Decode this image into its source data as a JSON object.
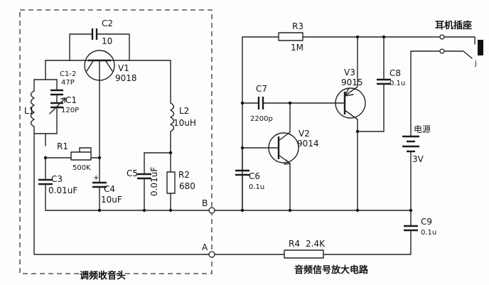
{
  "sections": {
    "fm_receiver": "调频收音头",
    "amplifier": "音频信号放大电路"
  },
  "earphone_jack": "耳机插座",
  "jack_pin": "j",
  "power": {
    "label": "电源",
    "value": "3V"
  },
  "terminals": {
    "a": "A",
    "b": "B"
  },
  "components": {
    "c2": {
      "name": "C2",
      "value": "10"
    },
    "v1": {
      "name": "V1",
      "value": "9018"
    },
    "c1_2": {
      "name": "C1-2",
      "value": "47P"
    },
    "c1": {
      "name": "C1",
      "value": "120P"
    },
    "l1": {
      "name": "L1"
    },
    "l2": {
      "name": "L2",
      "value": "10uH"
    },
    "r1": {
      "name": "R1",
      "value": "500K"
    },
    "c3": {
      "name": "C3",
      "value": "0.01uF"
    },
    "c4": {
      "name": "C4",
      "value": "10uF"
    },
    "c5": {
      "name": "C5",
      "value": "0.01uF"
    },
    "r2": {
      "name": "R2",
      "value": "680"
    },
    "r3": {
      "name": "R3",
      "value": "1M"
    },
    "c7": {
      "name": "C7",
      "value": "2200p"
    },
    "v2": {
      "name": "V2",
      "value": "9014"
    },
    "v3": {
      "name": "V3",
      "value": "9015"
    },
    "c8": {
      "name": "C8",
      "value": "0.1u"
    },
    "c6": {
      "name": "C6",
      "value": "0.1u"
    },
    "c9": {
      "name": "C9",
      "value": "0.1u"
    },
    "r4": {
      "name": "R4",
      "value": "2.4K"
    }
  }
}
